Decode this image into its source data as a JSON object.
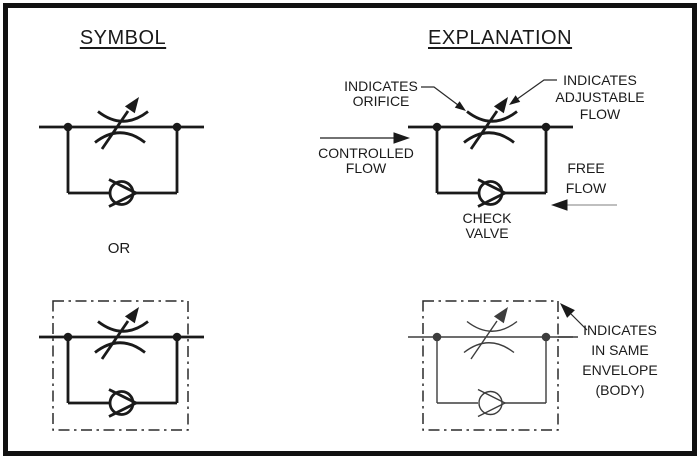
{
  "window": {
    "background": "#ffffff",
    "frame_color": "#111111"
  },
  "headings": {
    "symbol": "SYMBOL",
    "explanation": "EXPLANATION"
  },
  "connector": {
    "or": "OR"
  },
  "annotations": {
    "indicates_orifice": "INDICATES\nORIFICE",
    "indicates_adjustable": "INDICATES\nADJUSTABLE\nFLOW",
    "controlled_flow": "CONTROLLED\nFLOW",
    "free_flow": "FREE\nFLOW",
    "check_valve": "CHECK\nVALVE",
    "indicates_envelope": "INDICATES\nIN SAME\nENVELOPE\n(BODY)"
  },
  "figures": {
    "top_left": "flow-control-valve-with-bypass-check-symbol",
    "top_right": "annotated-flow-control-valve-explanation",
    "bottom_left": "flow-control-valve-inside-envelope-symbol",
    "bottom_right": "flow-control-valve-inside-envelope-annotated"
  },
  "colors": {
    "ink": "#1a1a1a",
    "thin_ink": "#3d3d3d",
    "leader_line": "#2a2a2a",
    "controlled_flow_shaft": "#444444",
    "free_flow_shaft": "#999999"
  }
}
